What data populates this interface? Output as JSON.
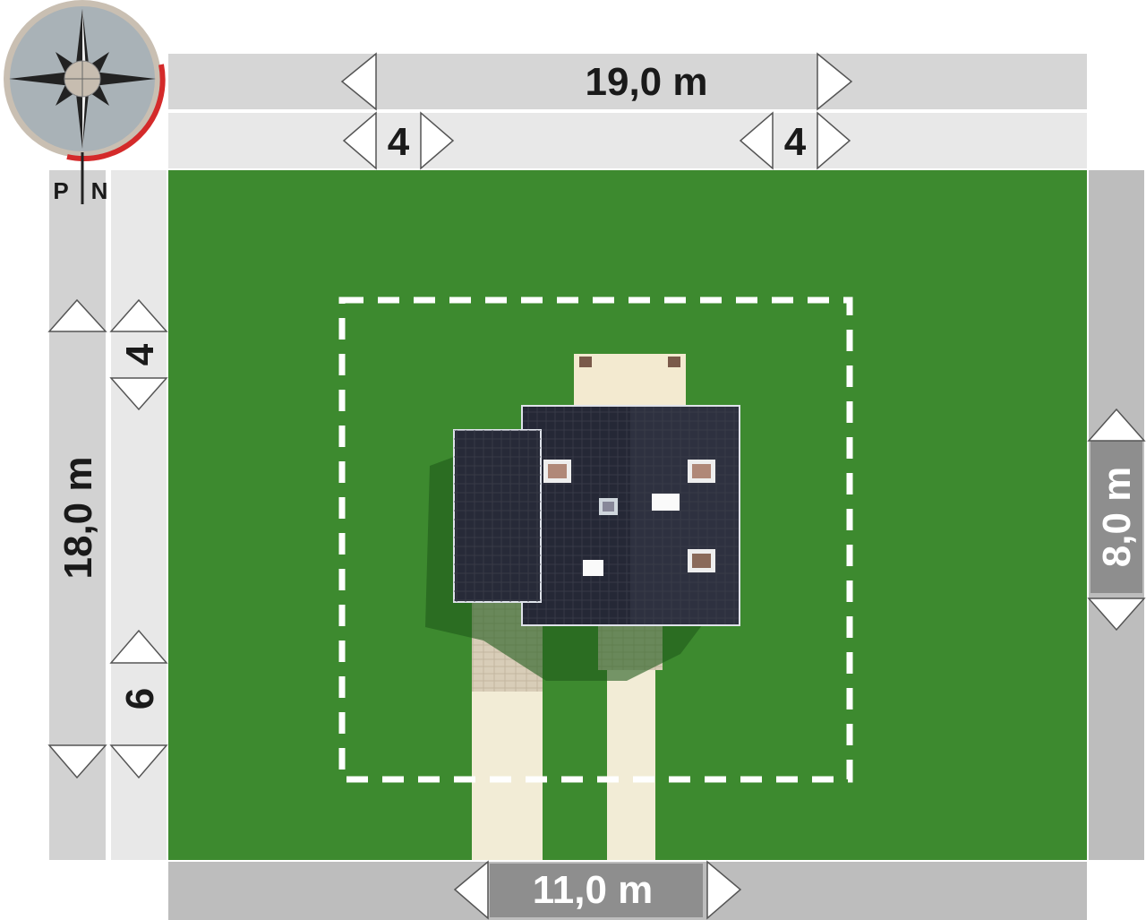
{
  "plot": {
    "width_total": "19,0 m",
    "setback_left": "4",
    "setback_right": "4",
    "depth_total": "18,0 m",
    "setback_top": "4",
    "setback_bottom": "6",
    "house_depth": "8,0 m",
    "house_width": "11,0 m"
  },
  "compass": {
    "label_left": "P",
    "label_right": "N",
    "accent": "#d42a2a"
  },
  "colors": {
    "grass": "#3d8a2f",
    "roof": "#272a36",
    "terrace": "#f3ead0"
  }
}
